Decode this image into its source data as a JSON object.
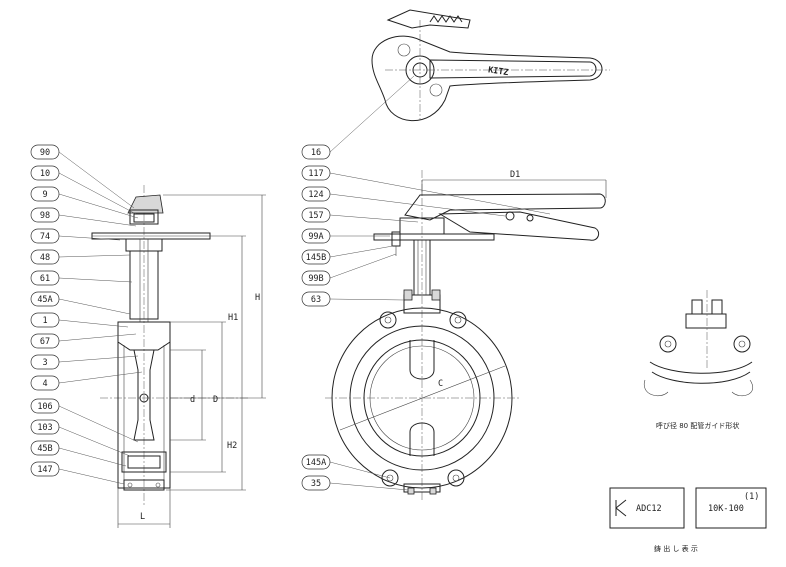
{
  "parts_left": [
    "90",
    "10",
    "9",
    "98",
    "74",
    "48",
    "61",
    "45A",
    "1",
    "67",
    "3",
    "4",
    "106",
    "103",
    "45B",
    "147"
  ],
  "parts_right": [
    "16",
    "117",
    "124",
    "157",
    "99A",
    "145B",
    "99B",
    "63",
    "145A",
    "35"
  ],
  "dimensions": {
    "H": "H",
    "H1": "H1",
    "H2": "H2",
    "D": "D",
    "d": "d",
    "L": "L",
    "D1": "D1",
    "C": "C"
  },
  "handle_brand": "KITZ",
  "detail_caption": "呼び径 80 配管ガイド形状",
  "marking": {
    "material": "ADC12",
    "rating_note": "(1)",
    "rating": "10K-100",
    "caption": "鋳 出 し 表 示"
  }
}
